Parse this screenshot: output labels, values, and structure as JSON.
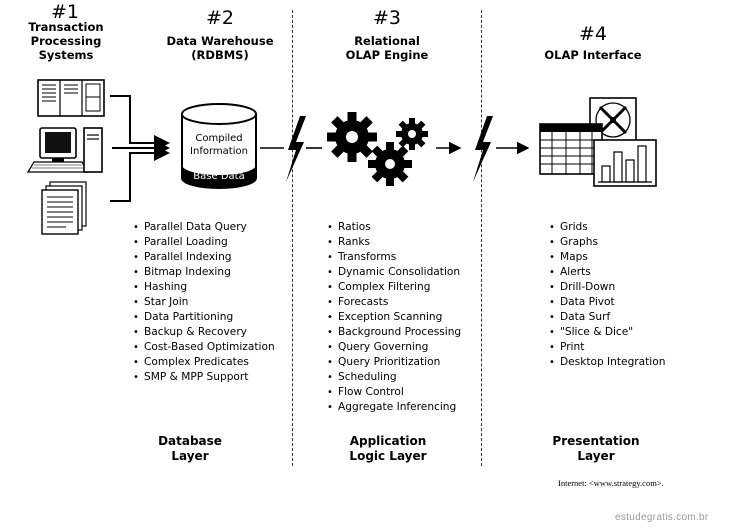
{
  "columns": [
    {
      "number": "#1",
      "title": "Transaction\nProcessing\nSystems"
    },
    {
      "number": "#2",
      "title": "Data Warehouse\n(RDBMS)"
    },
    {
      "number": "#3",
      "title": "Relational\nOLAP Engine"
    },
    {
      "number": "#4",
      "title": "OLAP Interface"
    }
  ],
  "cylinder": {
    "line1": "Compiled",
    "line2": "Information",
    "base": "Base Data"
  },
  "lists": {
    "warehouse": [
      "Parallel Data Query",
      "Parallel Loading",
      "Parallel Indexing",
      "Bitmap Indexing",
      "Hashing",
      "Star Join",
      "Data Partitioning",
      "Backup & Recovery",
      "Cost-Based Optimization",
      "Complex Predicates",
      "SMP & MPP Support"
    ],
    "engine": [
      "Ratios",
      "Ranks",
      "Transforms",
      "Dynamic Consolidation",
      "Complex Filtering",
      "Forecasts",
      "Exception Scanning",
      "Background Processing",
      "Query Governing",
      "Query Prioritization",
      "Scheduling",
      "Flow Control",
      "Aggregate Inferencing"
    ],
    "interface": [
      "Grids",
      "Graphs",
      "Maps",
      "Alerts",
      "Drill-Down",
      "Data Pivot",
      "Data Surf",
      "\"Slice & Dice\"",
      "Print",
      "Desktop Integration"
    ]
  },
  "layers": [
    "Database\nLayer",
    "Application\nLogic Layer",
    "Presentation\nLayer"
  ],
  "footnote": "Internet: <www.strategy.com>.",
  "watermark": "estudegratis.com.br"
}
